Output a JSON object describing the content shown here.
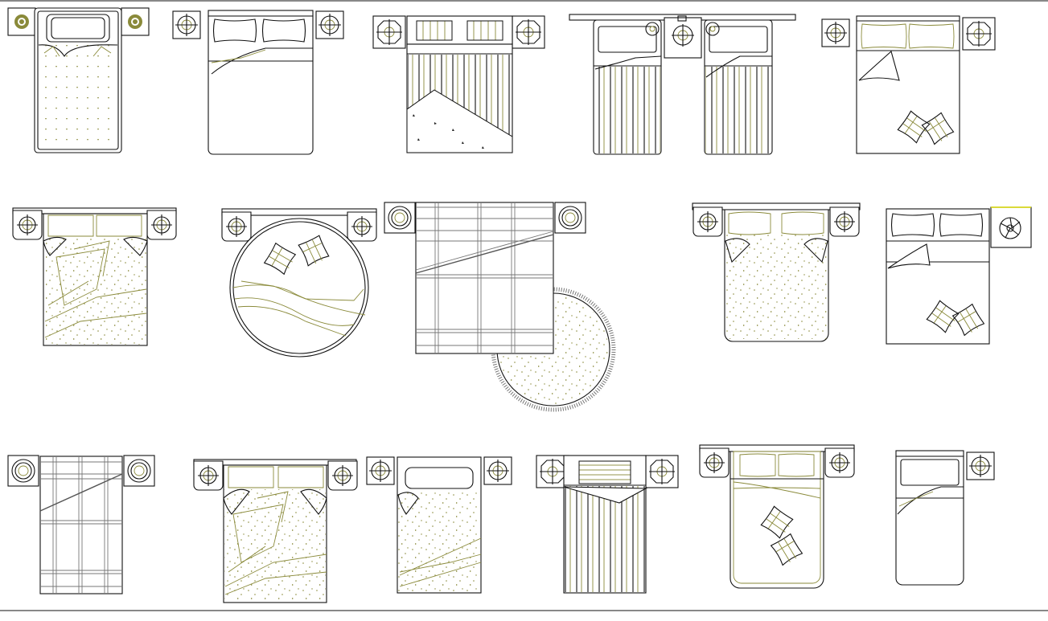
{
  "drawing": {
    "colors": {
      "line": "#111111",
      "accent": "#8a8a3a",
      "hatch": "#777777",
      "background": "#ffffff"
    },
    "symbols": [
      {
        "id": "bed-1",
        "type": "single-bed",
        "nightstands": 2,
        "pattern": "dots"
      },
      {
        "id": "bed-2",
        "type": "double-bed",
        "nightstands": 2,
        "pattern": "plain"
      },
      {
        "id": "bed-3",
        "type": "double-bed",
        "nightstands": 2,
        "pattern": "stripes"
      },
      {
        "id": "bed-4",
        "type": "twin-beds",
        "nightstands": 1,
        "pattern": "stripes"
      },
      {
        "id": "bed-5",
        "type": "double-bed",
        "nightstands": 2,
        "pattern": "plain-cushions"
      },
      {
        "id": "bed-6",
        "type": "double-bed",
        "nightstands": 2,
        "pattern": "throw"
      },
      {
        "id": "bed-7",
        "type": "round-bed",
        "nightstands": 2,
        "pattern": "waves"
      },
      {
        "id": "bed-8",
        "type": "double-bed-with-rug",
        "nightstands": 2,
        "pattern": "plaid"
      },
      {
        "id": "bed-9",
        "type": "double-bed",
        "nightstands": 2,
        "pattern": "dots"
      },
      {
        "id": "bed-10",
        "type": "double-bed",
        "nightstands": 1,
        "pattern": "plain-cushions"
      },
      {
        "id": "bed-11",
        "type": "double-bed",
        "nightstands": 2,
        "pattern": "plaid"
      },
      {
        "id": "bed-12",
        "type": "double-bed",
        "nightstands": 2,
        "pattern": "throw"
      },
      {
        "id": "bed-13",
        "type": "single-bed",
        "nightstands": 2,
        "pattern": "waves"
      },
      {
        "id": "bed-14",
        "type": "single-bed",
        "nightstands": 2,
        "pattern": "stripes"
      },
      {
        "id": "bed-15",
        "type": "double-bed",
        "nightstands": 2,
        "pattern": "cushions"
      },
      {
        "id": "bed-16",
        "type": "single-bed",
        "nightstands": 1,
        "pattern": "plain"
      }
    ]
  }
}
